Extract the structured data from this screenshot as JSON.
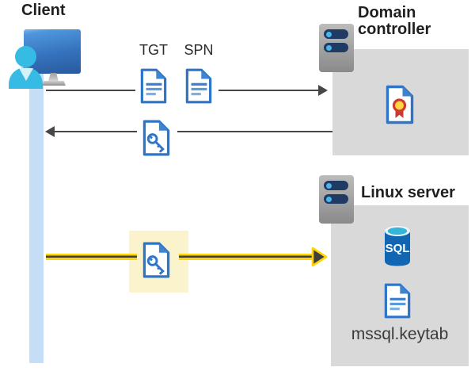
{
  "labels": {
    "client": "Client",
    "tgt": "TGT",
    "spn": "SPN",
    "domain_controller": "Domain controller",
    "linux_server": "Linux server",
    "sql": "SQL",
    "keytab_file": "mssql.keytab"
  },
  "icons": {
    "client": "user-at-computer-icon",
    "domain_controller": "server-tower-icon",
    "linux_server": "server-tower-icon",
    "tgt_ticket": "document-icon",
    "spn_ticket": "document-icon",
    "service_ticket": "key-document-icon",
    "certificate": "certificate-icon",
    "sql_database": "sql-database-icon",
    "keytab": "document-icon"
  },
  "arrows": [
    {
      "name": "ticket-request",
      "from": "client",
      "to": "domain-controller",
      "direction": "right",
      "style": "dark",
      "carries": [
        "TGT",
        "SPN"
      ]
    },
    {
      "name": "ticket-response",
      "from": "domain-controller",
      "to": "client",
      "direction": "left",
      "style": "dark",
      "carries": [
        "key-document"
      ]
    },
    {
      "name": "kerberos-auth",
      "from": "client",
      "to": "linux-server",
      "direction": "right",
      "style": "yellow-highlight",
      "carries": [
        "key-document"
      ]
    }
  ],
  "colors": {
    "doc_blue": "#2e75c9",
    "zone_gray": "#d9d9d9",
    "highlight_yellow": "#faf3cc",
    "arrow_yellow": "#ffd400",
    "arrow_dark": "#474747",
    "sql_blue": "#1166b4",
    "person_cyan": "#36bce4",
    "lifeline_blue": "#c6ddf8"
  }
}
